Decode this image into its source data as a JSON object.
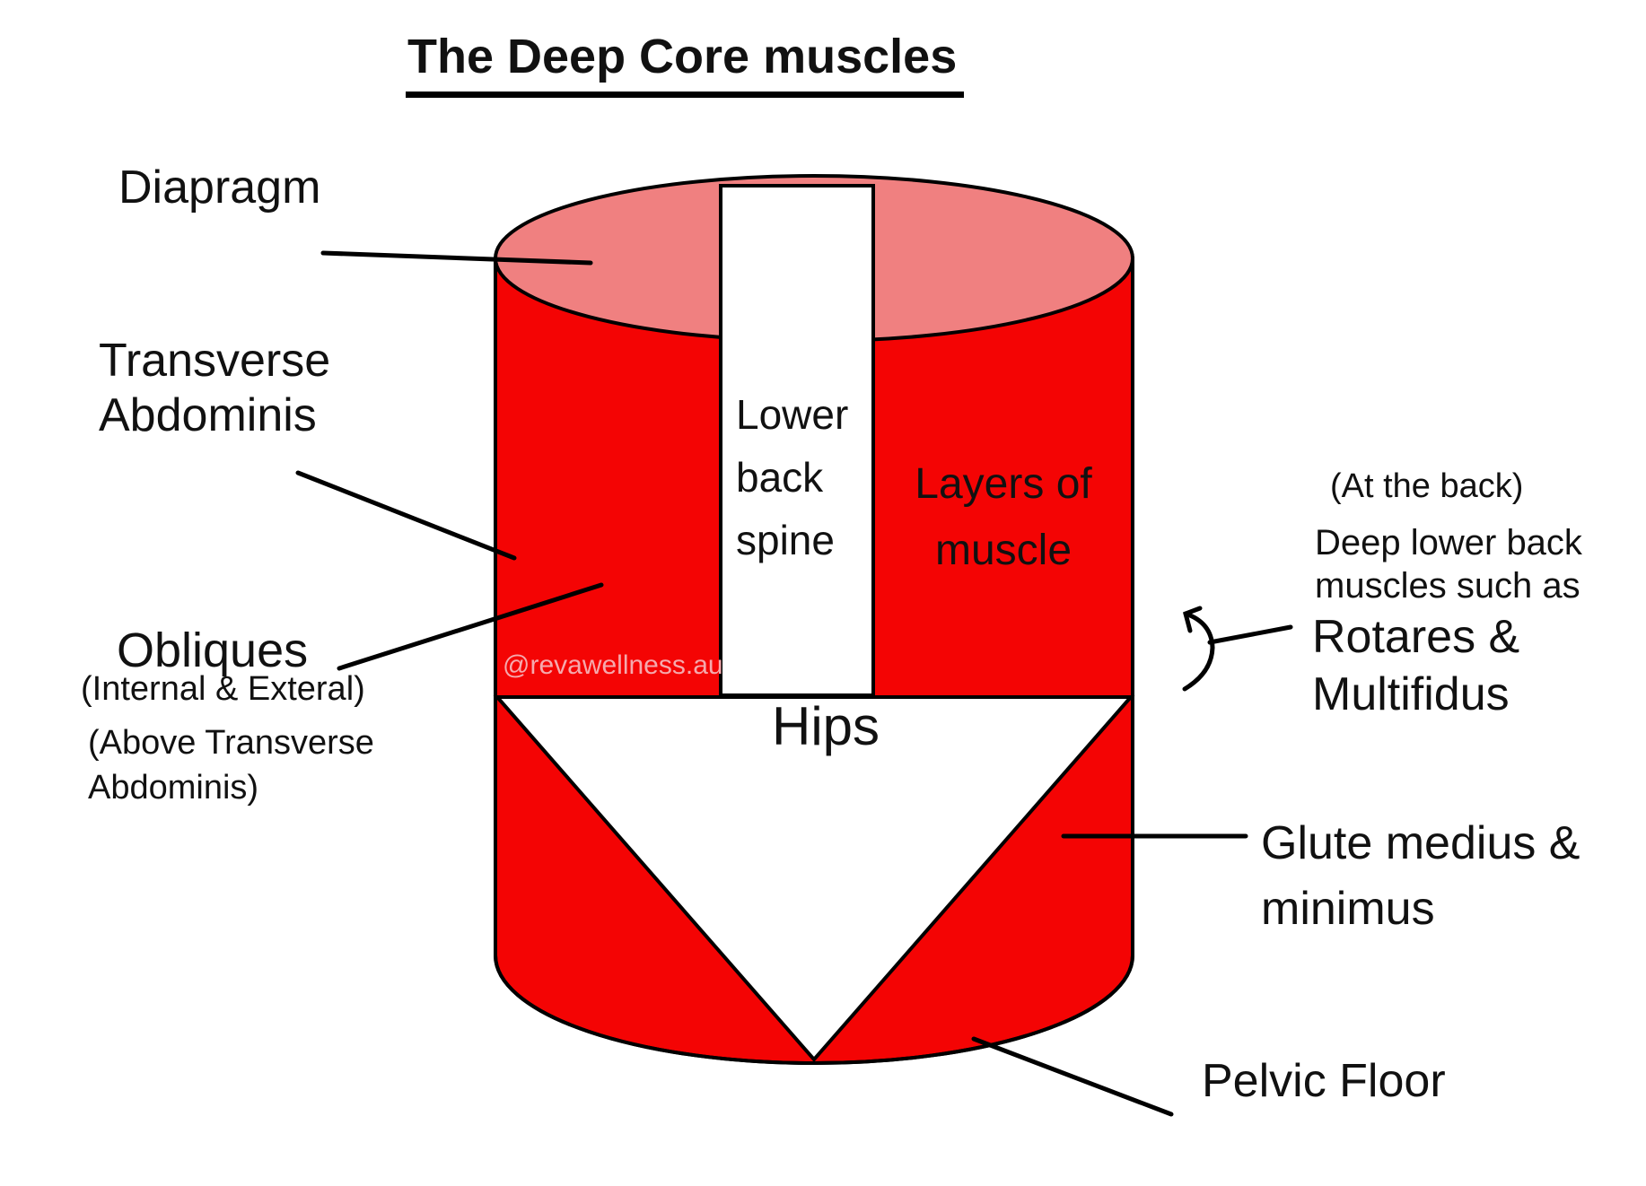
{
  "title": "The Deep Core muscles",
  "watermark": "@revawellness.au",
  "colors": {
    "muscle_red": "#f40404",
    "top_pink": "#f08080",
    "outline": "#000000",
    "white_fill": "#ffffff",
    "watermark_pink": "#f5a9ad"
  },
  "cylinder": {
    "spine": [
      "Lower",
      "back",
      "spine"
    ],
    "layers": [
      "Layers of",
      "muscle"
    ],
    "hips": "Hips"
  },
  "labels": {
    "diaphragm": "Diapragm",
    "transverse": [
      "Transverse",
      "Abdominis"
    ],
    "obliques": "Obliques",
    "obliques_note1": "(Internal & Exteral)",
    "obliques_note2": [
      "(Above Transverse",
      "Abdominis)"
    ],
    "back_note": {
      "l1": "(At the back)",
      "l2": "Deep lower back",
      "l3": "muscles such as",
      "l4": "Rotares &",
      "l5": "Multifidus"
    },
    "glute": [
      "Glute medius &",
      "minimus"
    ],
    "pelvic_floor": "Pelvic Floor"
  }
}
